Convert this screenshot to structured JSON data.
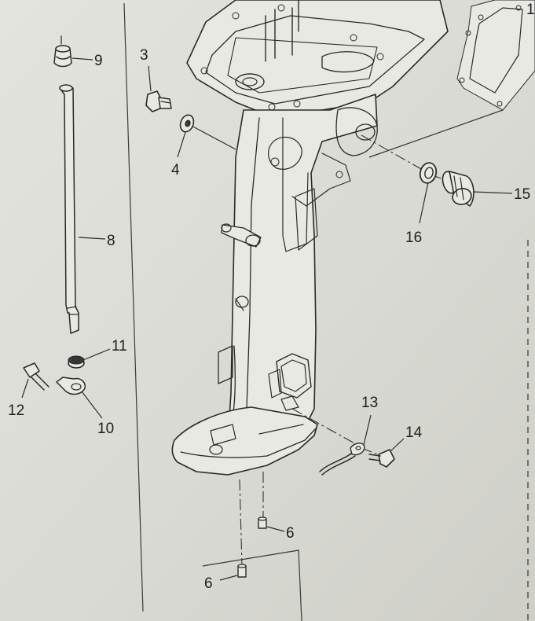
{
  "labels": {
    "p1": "1",
    "p3": "3",
    "p4": "4",
    "p6a": "6",
    "p6b": "6",
    "p8": "8",
    "p9": "9",
    "p10": "10",
    "p11": "11",
    "p12": "12",
    "p13": "13",
    "p14": "14",
    "p15": "15",
    "p16": "16"
  }
}
